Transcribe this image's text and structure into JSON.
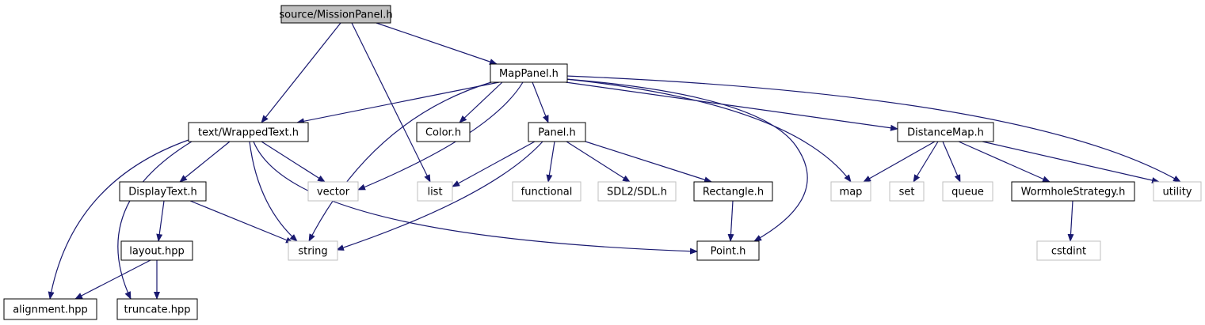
{
  "colors": {
    "edge": "#191970",
    "node_border_local": "#000000",
    "node_border_system": "#bfbfbf",
    "node_fill_root": "#bfbfbf",
    "node_fill": "#ffffff",
    "text": "#000000"
  },
  "nodes": [
    {
      "id": "mission_panel",
      "label": "source/MissionPanel.h",
      "kind": "root"
    },
    {
      "id": "map_panel",
      "label": "MapPanel.h",
      "kind": "local"
    },
    {
      "id": "wrapped_text",
      "label": "text/WrappedText.h",
      "kind": "local"
    },
    {
      "id": "color",
      "label": "Color.h",
      "kind": "local"
    },
    {
      "id": "panel",
      "label": "Panel.h",
      "kind": "local"
    },
    {
      "id": "distance_map",
      "label": "DistanceMap.h",
      "kind": "local"
    },
    {
      "id": "display_text",
      "label": "DisplayText.h",
      "kind": "local"
    },
    {
      "id": "vector",
      "label": "vector",
      "kind": "system"
    },
    {
      "id": "list",
      "label": "list",
      "kind": "system"
    },
    {
      "id": "functional",
      "label": "functional",
      "kind": "system"
    },
    {
      "id": "sdl",
      "label": "SDL2/SDL.h",
      "kind": "system"
    },
    {
      "id": "rectangle",
      "label": "Rectangle.h",
      "kind": "local"
    },
    {
      "id": "map",
      "label": "map",
      "kind": "system"
    },
    {
      "id": "set",
      "label": "set",
      "kind": "system"
    },
    {
      "id": "queue",
      "label": "queue",
      "kind": "system"
    },
    {
      "id": "wormhole",
      "label": "WormholeStrategy.h",
      "kind": "local"
    },
    {
      "id": "utility",
      "label": "utility",
      "kind": "system"
    },
    {
      "id": "layout",
      "label": "layout.hpp",
      "kind": "local"
    },
    {
      "id": "string",
      "label": "string",
      "kind": "system"
    },
    {
      "id": "point",
      "label": "Point.h",
      "kind": "local"
    },
    {
      "id": "cstdint",
      "label": "cstdint",
      "kind": "system"
    },
    {
      "id": "alignment",
      "label": "alignment.hpp",
      "kind": "local"
    },
    {
      "id": "truncate",
      "label": "truncate.hpp",
      "kind": "local"
    }
  ],
  "edges": [
    {
      "from": "mission_panel",
      "to": "map_panel"
    },
    {
      "from": "mission_panel",
      "to": "wrapped_text"
    },
    {
      "from": "mission_panel",
      "to": "list"
    },
    {
      "from": "map_panel",
      "to": "wrapped_text"
    },
    {
      "from": "map_panel",
      "to": "color"
    },
    {
      "from": "map_panel",
      "to": "panel"
    },
    {
      "from": "map_panel",
      "to": "distance_map"
    },
    {
      "from": "map_panel",
      "to": "vector"
    },
    {
      "from": "map_panel",
      "to": "string"
    },
    {
      "from": "map_panel",
      "to": "map"
    },
    {
      "from": "map_panel",
      "to": "utility"
    },
    {
      "from": "map_panel",
      "to": "point"
    },
    {
      "from": "wrapped_text",
      "to": "display_text"
    },
    {
      "from": "wrapped_text",
      "to": "vector"
    },
    {
      "from": "wrapped_text",
      "to": "string"
    },
    {
      "from": "wrapped_text",
      "to": "point"
    },
    {
      "from": "wrapped_text",
      "to": "alignment"
    },
    {
      "from": "wrapped_text",
      "to": "truncate"
    },
    {
      "from": "panel",
      "to": "list"
    },
    {
      "from": "panel",
      "to": "functional"
    },
    {
      "from": "panel",
      "to": "sdl"
    },
    {
      "from": "panel",
      "to": "rectangle"
    },
    {
      "from": "panel",
      "to": "string"
    },
    {
      "from": "rectangle",
      "to": "point"
    },
    {
      "from": "distance_map",
      "to": "map"
    },
    {
      "from": "distance_map",
      "to": "set"
    },
    {
      "from": "distance_map",
      "to": "queue"
    },
    {
      "from": "distance_map",
      "to": "wormhole"
    },
    {
      "from": "distance_map",
      "to": "utility"
    },
    {
      "from": "wormhole",
      "to": "cstdint"
    },
    {
      "from": "display_text",
      "to": "layout"
    },
    {
      "from": "display_text",
      "to": "string"
    },
    {
      "from": "layout",
      "to": "alignment"
    },
    {
      "from": "layout",
      "to": "truncate"
    }
  ]
}
